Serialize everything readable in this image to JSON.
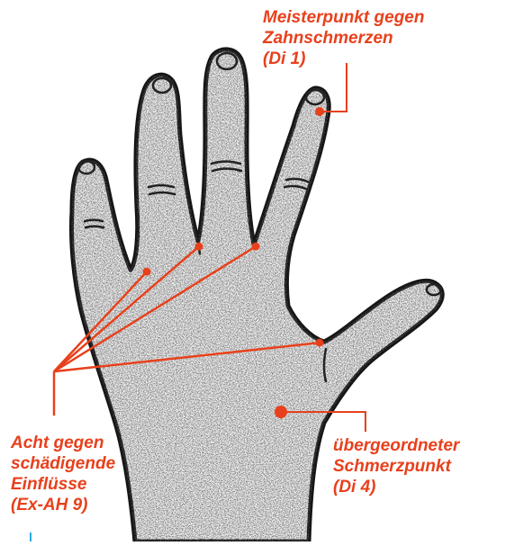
{
  "colors": {
    "accent": "#e8401c",
    "ink": "#1a1a1a",
    "paper": "#ffffff"
  },
  "labels": {
    "meisterpunkt": {
      "lines": [
        "Meisterpunkt gegen",
        "Zahnschmerzen",
        "(Di 1)"
      ]
    },
    "acht": {
      "lines": [
        "Acht gegen",
        "schädigende",
        "Einflüsse",
        "(Ex-AH 9)"
      ]
    },
    "schmerzpunkt": {
      "lines": [
        "übergeordneter",
        "Schmerzpunkt",
        "(Di 4)"
      ]
    }
  }
}
